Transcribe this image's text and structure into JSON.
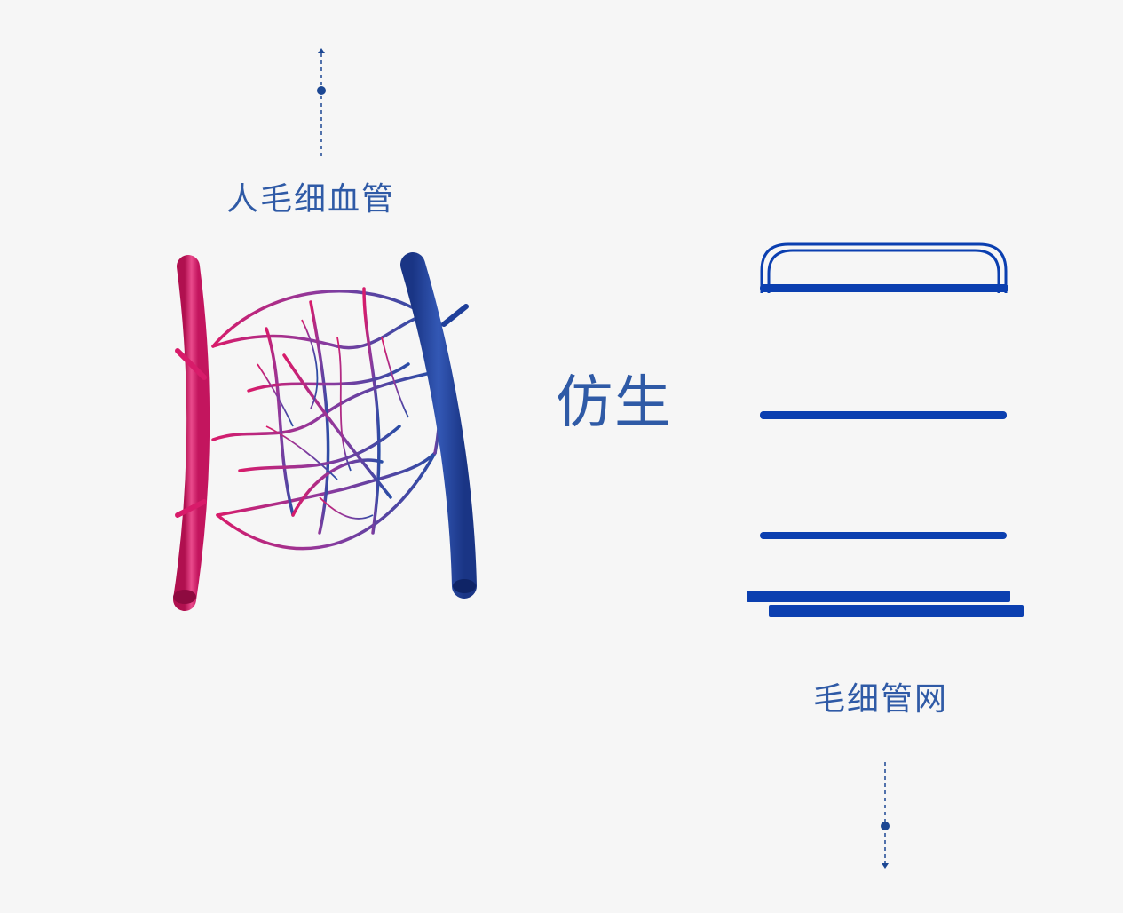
{
  "labels": {
    "human_capillary": "人毛细血管",
    "bionic": "仿生",
    "capillary_net": "毛细管网"
  },
  "colors": {
    "background": "#f6f6f6",
    "text": "#2f5aa6",
    "connector": "#1c4793",
    "artery": "#d81b6a",
    "vein": "#1f3f9a",
    "grid": "#0b3fb0"
  },
  "icons": {
    "top_connector": "dashed-arrow-up-with-dot",
    "bottom_connector": "dashed-arrow-down-with-dot",
    "left_image": "capillary-bed-illustration",
    "right_image": "capillary-mat-grid-illustration"
  }
}
